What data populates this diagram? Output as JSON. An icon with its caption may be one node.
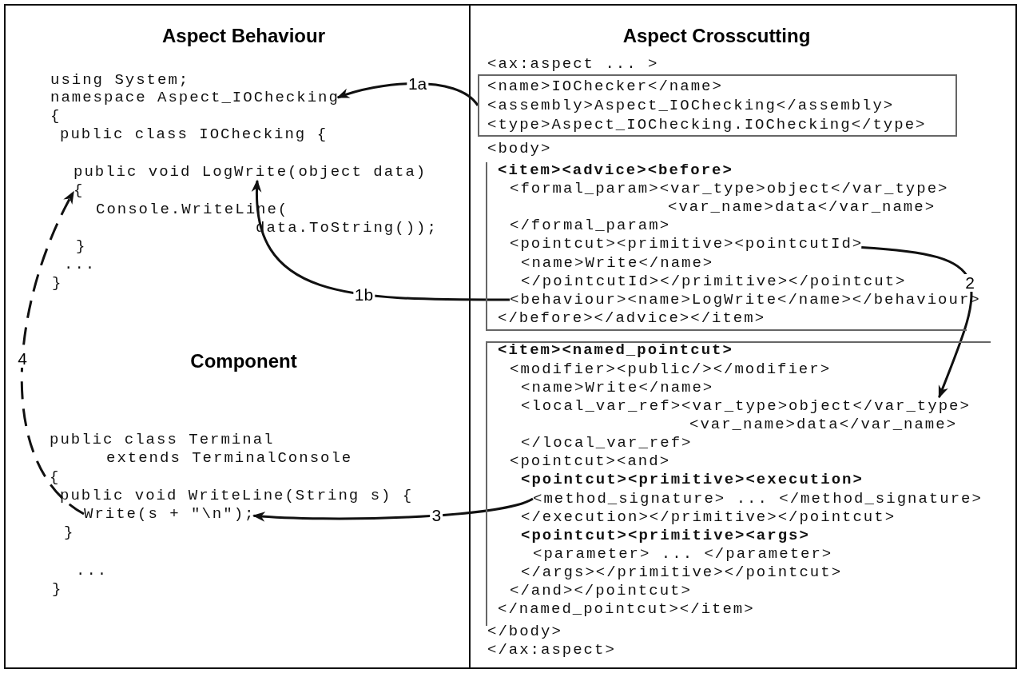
{
  "diagram": {
    "nodes": [
      {
        "text": [
          "namespace Aspect_IOChecking"
        ]
      },
      {
        "text": [
          "public void LogWrite(object data)"
        ]
      },
      {
        "text": [
          "{"
        ]
      },
      {
        "text": [
          "Write(s + \"\\n\");"
        ]
      },
      {
        "text": [
          "<name>IOChecker</name>",
          "<assembly>Aspect_IOChecking</assembly>",
          "<type>Aspect_IOChecking.IOChecking</type>"
        ]
      },
      {
        "text": [
          "<item><advice><before>",
          "<formal_param><var_type>object</var_type>",
          "<var_name>data</var_name>",
          "</formal_param>",
          "<name>Write</name>",
          "</pointcutId></primitive></pointcut>",
          "</before></advice></item>"
        ]
      },
      {
        "text": [
          "<pointcut><primitive><pointcutId>"
        ],
        "in": 5
      },
      {
        "text": [
          "<behaviour><name>LogWrite</name></behaviour>"
        ],
        "in": 5
      },
      {
        "text": [
          "<item><named_pointcut>",
          "<modifier><public/></modifier>",
          "<name>Write</name>",
          "<var_name>data</var_name>",
          "</local_var_ref>",
          "<pointcut><and>",
          "<pointcut><primitive><execution>",
          "</execution></primitive></pointcut>",
          "<pointcut><primitive><args>",
          "<parameter> ... </parameter>",
          "</args></primitive></pointcut>",
          "</and></pointcut>",
          "</named_pointcut></item>"
        ]
      },
      {
        "text": [
          "<local_var_ref><var_type>object</var_type>"
        ],
        "in": 8
      },
      {
        "text": [
          "<method_signature> ... </method_signature>"
        ],
        "in": 8
      }
    ],
    "edges": [
      {
        "from": 4,
        "to": 0,
        "arrow": "to",
        "label": "1a"
      },
      {
        "from": 7,
        "to": 1,
        "arrow": "to",
        "label": "1b"
      },
      {
        "from": 6,
        "to": 9,
        "arrow": "to",
        "label": "2"
      },
      {
        "from": 10,
        "to": 3,
        "arrow": "to",
        "label": "3"
      },
      {
        "from": 3,
        "to": 2,
        "arrow": "to",
        "label": "4",
        "style": "dashed"
      }
    ],
    "labels": [
      "Aspect Behaviour",
      "Aspect Crosscutting",
      "using System;",
      "{",
      "public class IOChecking {",
      "Console.WriteLine(",
      "data.ToString());",
      "}",
      "...",
      "}",
      "Component",
      "public class Terminal",
      "extends TerminalConsole",
      "{",
      "public void WriteLine(String s) {",
      "}",
      "...",
      "}",
      "<ax:aspect ... >",
      "<body>",
      "</body>",
      "</ax:aspect>"
    ]
  }
}
